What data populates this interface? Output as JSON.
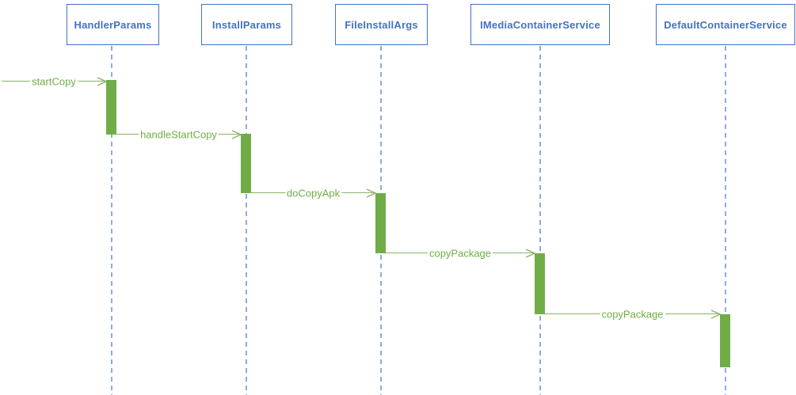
{
  "diagram": {
    "kind": "uml-sequence-diagram",
    "lifelines": [
      {
        "name": "HandlerParams"
      },
      {
        "name": "InstallParams"
      },
      {
        "name": "FileInstallArgs"
      },
      {
        "name": "IMediaContainerService"
      },
      {
        "name": "DefaultContainerService"
      }
    ],
    "messages": [
      {
        "label": "startCopy",
        "from": "external",
        "to": "HandlerParams"
      },
      {
        "label": "handleStartCopy",
        "from": "HandlerParams",
        "to": "InstallParams"
      },
      {
        "label": "doCopyApk",
        "from": "InstallParams",
        "to": "FileInstallArgs"
      },
      {
        "label": "copyPackage",
        "from": "FileInstallArgs",
        "to": "IMediaContainerService"
      },
      {
        "label": "copyPackage",
        "from": "IMediaContainerService",
        "to": "DefaultContainerService"
      }
    ],
    "colors": {
      "node_border": "#4472C4",
      "node_text": "#4472C4",
      "lifeline": "#8FAADC",
      "activation_fill": "#70AD47",
      "message_line": "#8CB369",
      "message_text": "#70AD47",
      "background": "#FFFFFF"
    }
  }
}
